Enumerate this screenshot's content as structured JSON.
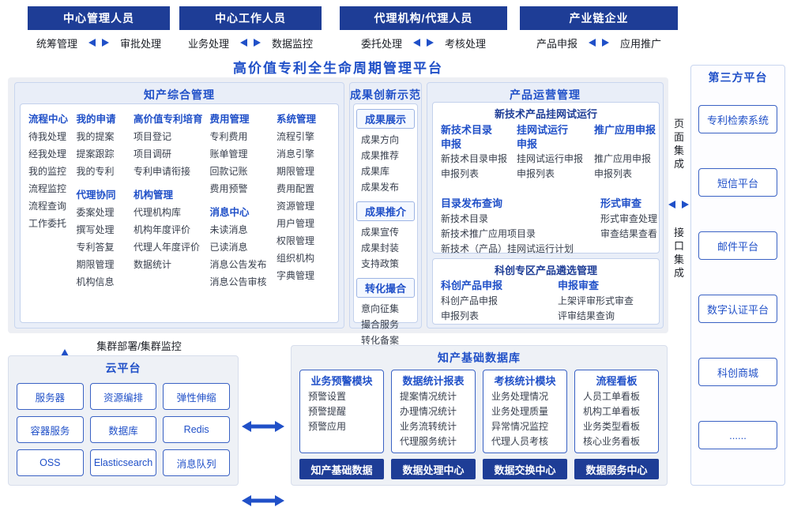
{
  "colors": {
    "header_navy": "#1e3d96",
    "accent_blue": "#2050c8",
    "panel_bg": "#e9eef8"
  },
  "title": "高价值专利全生命周期管理平台",
  "top_groups": [
    {
      "label": "中心管理人员",
      "left": "统筹管理",
      "right": "审批处理"
    },
    {
      "label": "中心工作人员",
      "left": "业务处理",
      "right": "数据监控"
    },
    {
      "label": "代理机构/代理人员",
      "left": "委托处理",
      "right": "考核处理"
    },
    {
      "label": "产业链企业",
      "left": "产品申报",
      "right": "应用推广"
    }
  ],
  "comprehensive": {
    "title": "知产综合管理",
    "columns": [
      {
        "groups": [
          {
            "header": "流程中心",
            "items": [
              "待我处理",
              "经我处理",
              "我的监控",
              "流程监控",
              "流程查询",
              "工作委托"
            ]
          }
        ]
      },
      {
        "groups": [
          {
            "header": "我的申请",
            "items": [
              "我的提案",
              "提案跟踪",
              "我的专利"
            ]
          },
          {
            "header": "代理协同",
            "items": [
              "委案处理",
              "撰写处理",
              "专利答复",
              "期限管理",
              "机构信息"
            ]
          }
        ]
      },
      {
        "groups": [
          {
            "header": "高价值专利培育",
            "items": [
              "项目登记",
              "项目调研",
              "专利申请衔接"
            ]
          },
          {
            "header": "机构管理",
            "items": [
              "代理机构库",
              "机构年度评价",
              "代理人年度评价",
              "数据统计"
            ]
          }
        ]
      },
      {
        "groups": [
          {
            "header": "费用管理",
            "items": [
              "专利费用",
              "账单管理",
              "回款记账",
              "费用预警"
            ]
          },
          {
            "header": "消息中心",
            "items": [
              "未读消息",
              "已读消息",
              "消息公告发布",
              "消息公告审核"
            ]
          }
        ]
      },
      {
        "groups": [
          {
            "header": "系统管理",
            "items": [
              "流程引擎",
              "消息引擎",
              "期限管理",
              "费用配置",
              "资源管理",
              "用户管理",
              "权限管理",
              "组织机构",
              "字典管理"
            ]
          }
        ]
      }
    ]
  },
  "achievement": {
    "title": "成果创新示范",
    "groups": [
      {
        "header": "成果展示",
        "items": [
          "成果方向",
          "成果推荐",
          "成果库",
          "成果发布"
        ]
      },
      {
        "header": "成果推介",
        "items": [
          "成果宣传",
          "成果封装",
          "支持政策"
        ]
      },
      {
        "header": "转化撮合",
        "items": [
          "意向征集",
          "撮合服务",
          "转化备案"
        ]
      }
    ]
  },
  "product_ops": {
    "title": "产品运营管理",
    "box1": {
      "title": "新技术产品挂网试运行",
      "row1": [
        {
          "header": "新技术目录\n申报",
          "items": [
            "新技术目录申报",
            "申报列表"
          ]
        },
        {
          "header": "挂网试运行\n申报",
          "items": [
            "挂网试运行申报",
            "申报列表"
          ]
        },
        {
          "header": "推广应用申报",
          "items": [
            "推广应用申报",
            "申报列表"
          ]
        }
      ],
      "row2": [
        {
          "header": "目录发布查询",
          "items": [
            "新技术目录",
            "新技术推广应用项目录",
            "新技术（产品）挂网试运行计划"
          ]
        },
        {
          "header": "形式审查",
          "items": [
            "形式审查处理",
            "审查结果查看"
          ]
        }
      ]
    },
    "box2": {
      "title": "科创专区产品遴选管理",
      "groups": [
        {
          "header": "科创产品申报",
          "items": [
            "科创产品申报",
            "申报列表"
          ]
        },
        {
          "header": "申报审查",
          "items": [
            "上架评审形式审查",
            "评审结果查询"
          ]
        }
      ]
    }
  },
  "integration": {
    "page_label": "页面集成",
    "interface_label": "接口集成"
  },
  "third_party": {
    "title": "第三方平台",
    "items": [
      "专利检索系统",
      "短信平台",
      "邮件平台",
      "数字认证平台",
      "科创商城",
      "......"
    ]
  },
  "cluster_label": "集群部署/集群监控",
  "cloud": {
    "title": "云平台",
    "items": [
      "服务器",
      "资源编排",
      "弹性伸缩",
      "容器服务",
      "数据库",
      "Redis",
      "OSS",
      "Elasticsearch",
      "消息队列"
    ]
  },
  "database": {
    "title": "知产基础数据库",
    "columns": [
      {
        "header": "业务预警模块",
        "items": [
          "预警设置",
          "预警提醒",
          "预警应用"
        ],
        "footer": "知产基础数据"
      },
      {
        "header": "数据统计报表",
        "items": [
          "提案情况统计",
          "办理情况统计",
          "业务流转统计",
          "代理服务统计"
        ],
        "footer": "数据处理中心"
      },
      {
        "header": "考核统计模块",
        "items": [
          "业务处理情况",
          "业务处理质量",
          "异常情况监控",
          "代理人员考核"
        ],
        "footer": "数据交换中心"
      },
      {
        "header": "流程看板",
        "items": [
          "人员工单看板",
          "机构工单看板",
          "业务类型看板",
          "核心业务看板"
        ],
        "footer": "数据服务中心"
      }
    ]
  }
}
